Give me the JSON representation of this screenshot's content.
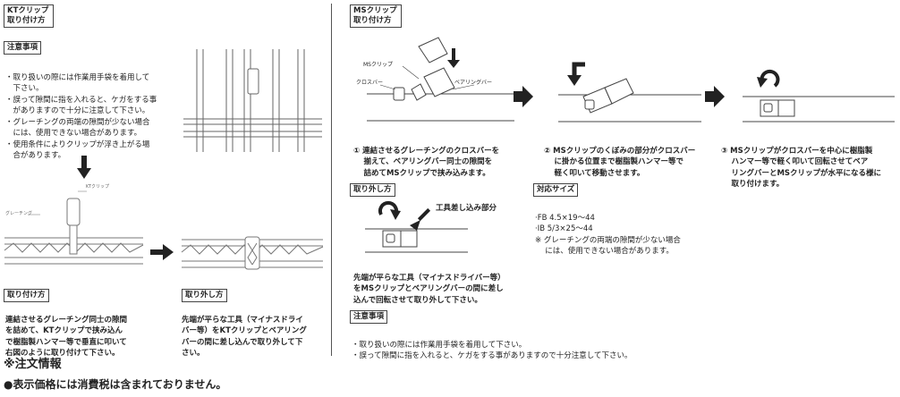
{
  "kt": {
    "title": [
      "KTクリップ",
      "取り付け方"
    ],
    "caution_title": "注意事項",
    "caution_lines": [
      "・取り扱いの際には作業用手袋を着用して",
      "　下さい。",
      "・誤って隙間に指を入れると、ケガをする事",
      "　がありますので十分に注意して下さい。",
      "・グレーチングの両端の隙間が少ない場合",
      "　には、使用できない場合があります。",
      "・使用条件によりクリップが浮き上がる場",
      "　合があります。"
    ],
    "diagram_label_clip": "KTクリップ",
    "diagram_label_grating": "グレーチング",
    "attach_title": "取り付け方",
    "attach_lines": [
      "連結させるグレーチング同士の隙間",
      "を詰めて、KTクリップで挟み込ん",
      "で樹脂製ハンマー等で垂直に叩いて",
      "右図のように取り付けて下さい。"
    ],
    "remove_title": "取り外し方",
    "remove_lines": [
      "先端が平らな工具（マイナスドライ",
      "バー等）をKTクリップとベアリング",
      "バーの間に差し込んで取り外して下",
      "さい。"
    ]
  },
  "ms": {
    "title": [
      "MSクリップ",
      "取り付け方"
    ],
    "label_clip": "MSクリップ",
    "label_crossbar": "クロスバー",
    "label_bearingbar": "ベアリングバー",
    "step1_lines": [
      "① 連結させるグレーチングのクロスバーを",
      "　 揃えて、ベアリングバー同士の隙間を",
      "　 詰めてMSクリップで挟み込みます。"
    ],
    "step2_lines": [
      "② MSクリップのくぼみの部分がクロスバー",
      "　 に掛かる位置まで樹脂製ハンマー等で",
      "　 軽く叩いて移動させます。"
    ],
    "step3_lines": [
      "③ MSクリップがクロスバーを中心に樹脂製",
      "　 ハンマー等で軽く叩いて回転させてベア",
      "　 リングバーとMSクリップが水平になる様に",
      "　 取り付けます。"
    ],
    "remove_title": "取り外し方",
    "tool_label": "工具差し込み部分",
    "remove_lines": [
      "先端が平らな工具（マイナスドライバー等）",
      "をMSクリップとベアリングバーの間に差し",
      "込んで回転させて取り外して下さい。"
    ],
    "sizes_title": "対応サイズ",
    "sizes_lines": [
      "·FB 4.5×19〜44",
      "·IB 5/3×25〜44",
      "※ グレーチングの両端の隙間が少ない場合",
      "　 には、使用できない場合があります。"
    ],
    "caution_title": "注意事項",
    "caution_lines": [
      "・取り扱いの際には作業用手袋を着用して下さい。",
      "・誤って隙間に指を入れると、ケガをする事がありますので十分注意して下さい。"
    ]
  },
  "footer": {
    "order_info": "※注文情報",
    "tax_note": "●表示価格には消費税は含まれておりません。"
  }
}
